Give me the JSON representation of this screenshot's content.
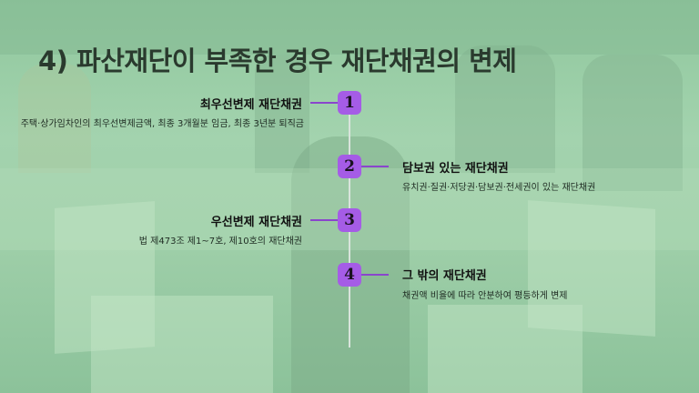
{
  "title": "4) 파산재단이 부족한 경우 재단채권의 변제",
  "items": [
    {
      "number": "1",
      "heading": "최우선변제 재단채권",
      "description": "주택·상가임차인의 최우선변제금액, 최종 3개월분 임금, 최종 3년분 퇴직금"
    },
    {
      "number": "2",
      "heading": "담보권 있는 재단채권",
      "description": "유치권·질권·저당권·담보권·전세권이 있는 재단채권"
    },
    {
      "number": "3",
      "heading": "우선변제 재단채권",
      "description": "법 제473조 제1~7호, 제10호의 재단채권"
    },
    {
      "number": "4",
      "heading": "그 밖의 재단채권",
      "description": "채권액 비율에 따라 안분하여 평등하게 변제"
    }
  ],
  "colors": {
    "accent": "#a55ce6",
    "overlay": "#9fcfa9"
  }
}
